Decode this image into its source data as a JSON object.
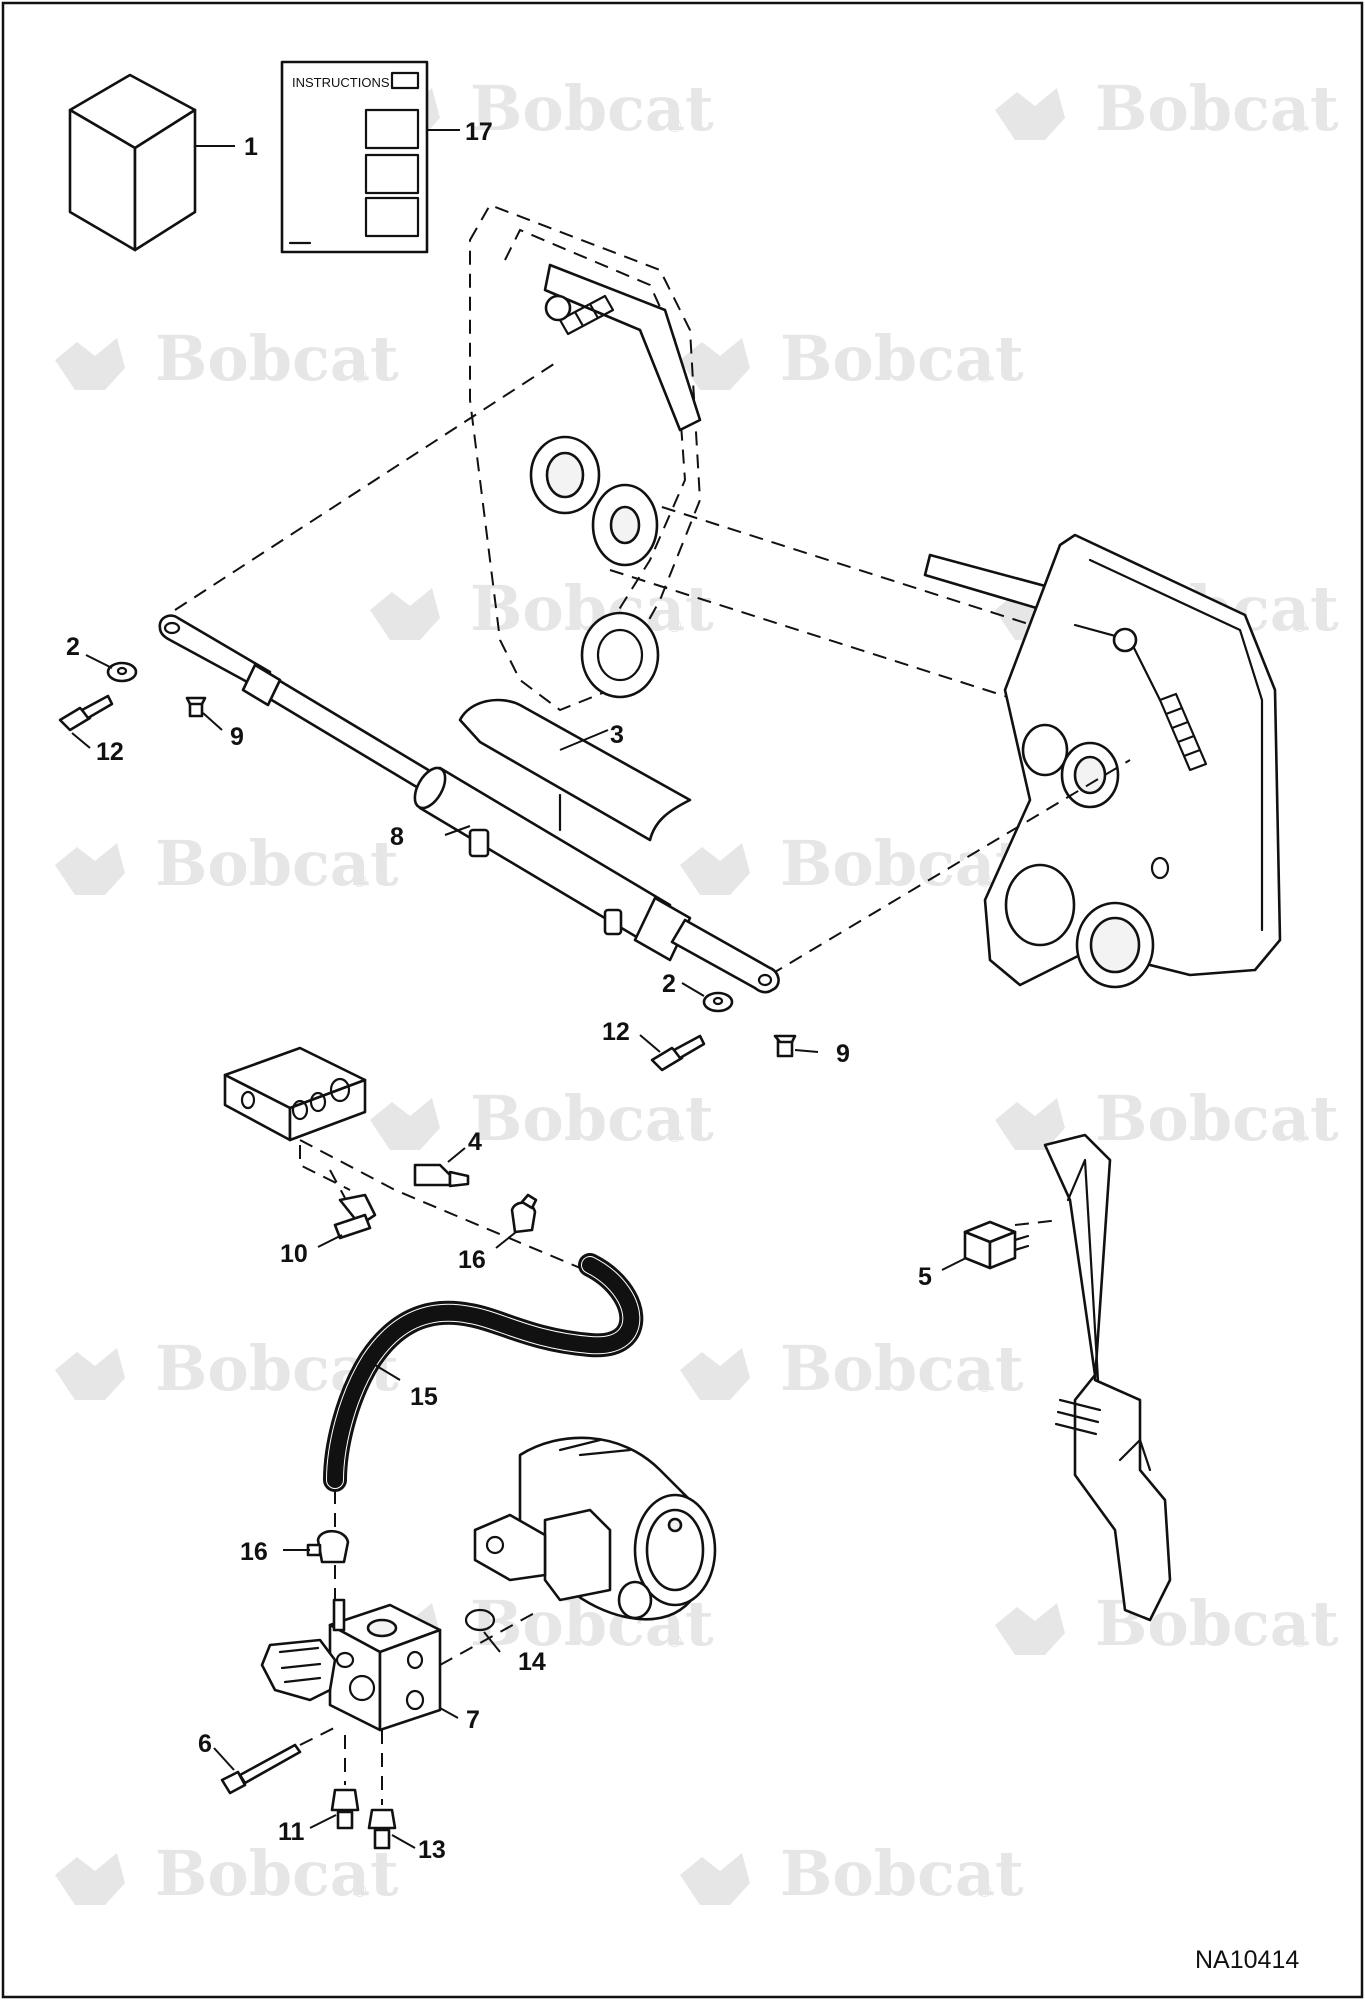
{
  "diagram": {
    "drawing_number": "NA10414",
    "watermark": {
      "brand": "Bobcat",
      "mark": "®"
    },
    "instructions_sheet": {
      "title": "INSTRUCTIONS"
    },
    "callouts": [
      "1",
      "17",
      "2",
      "12",
      "9",
      "3",
      "8",
      "2",
      "12",
      "9",
      "4",
      "10",
      "16",
      "5",
      "15",
      "16",
      "14",
      "7",
      "6",
      "11",
      "13"
    ]
  }
}
